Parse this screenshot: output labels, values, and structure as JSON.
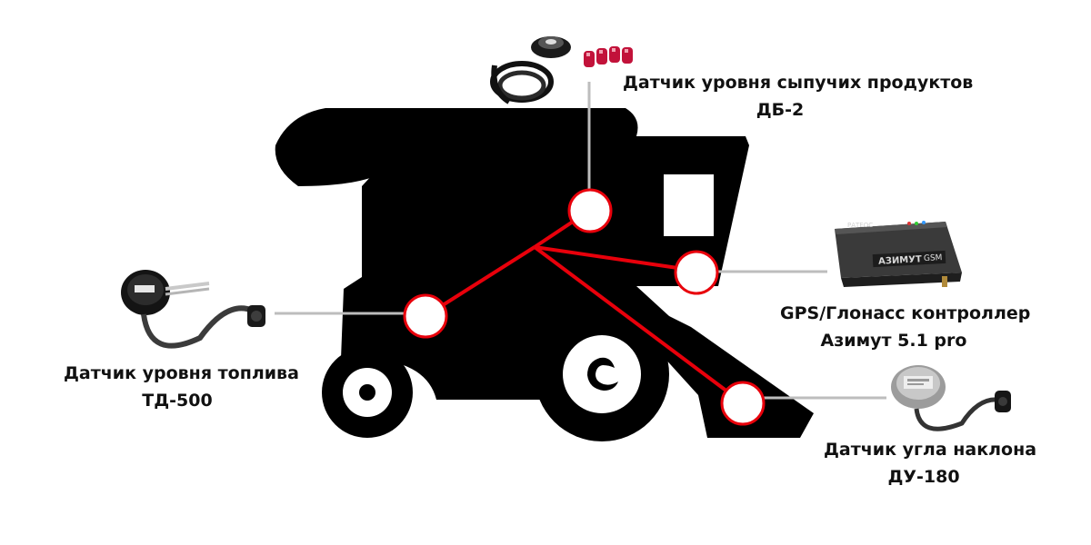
{
  "colors": {
    "background": "#ffffff",
    "silhouette": "#000000",
    "connection_lines": "#e8000b",
    "node_fill": "#ffffff",
    "node_stroke": "#e8000b",
    "leader_lines": "#bdbdbd"
  },
  "vehicle": {
    "name": "combine-harvester-silhouette"
  },
  "sensors": [
    {
      "id": "bulk-level",
      "line1": "Датчик уровня сыпучих продуктов",
      "line2": "ДБ-2",
      "device_icon": "bulk-level-sensor-device"
    },
    {
      "id": "gps",
      "line1": "GPS/Глонасс контроллер",
      "line2": "Азимут 5.1 pro",
      "device_icon": "gps-controller-device",
      "device_brand": "РАТЕОС",
      "device_title": "АЗИМУТ",
      "device_badge": "GSM"
    },
    {
      "id": "fuel-level",
      "line1": "Датчик уровня топлива",
      "line2": "ТД-500",
      "device_icon": "fuel-level-sensor-device"
    },
    {
      "id": "tilt",
      "line1": "Датчик угла наклона",
      "line2": "ДУ-180",
      "device_icon": "tilt-sensor-device"
    }
  ]
}
